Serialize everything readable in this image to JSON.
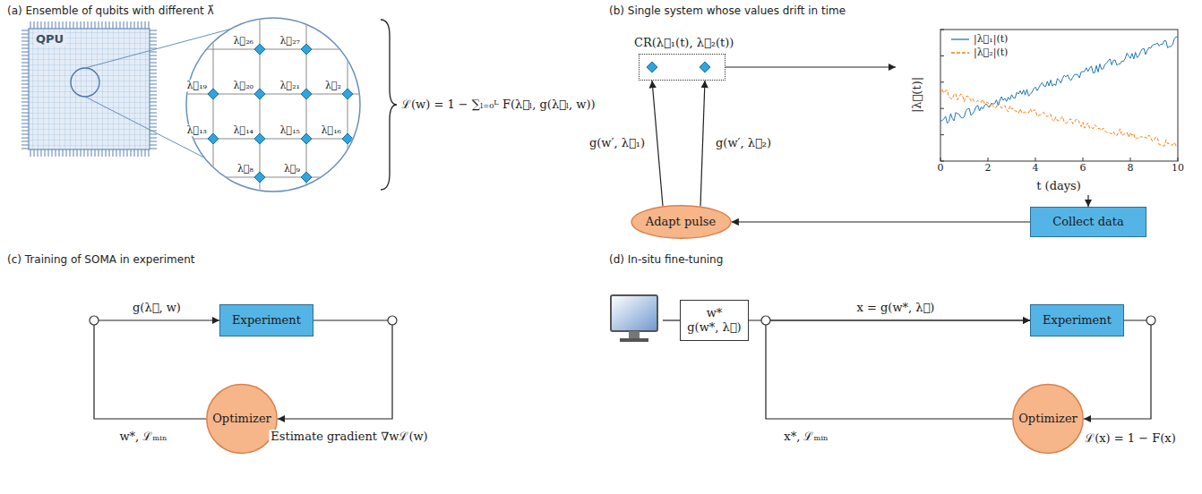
{
  "diagram": {
    "nodes": [
      {
        "text": [
          "CR(λ⃗₁(t), λ⃗₂(t))"
        ]
      },
      {
        "text": [
          "|λ⃗(t)|",
          "t (days)"
        ]
      },
      {
        "text": [
          "Collect data"
        ]
      },
      {
        "text": [
          "Adapt pulse"
        ]
      },
      {
        "text": [
          "Experiment"
        ]
      },
      {
        "text": [
          "Optimizer"
        ]
      },
      {
        "text": [
          "w*",
          "g(w*, λ⃗)"
        ]
      },
      {
        "text": [
          "Experiment"
        ]
      },
      {
        "text": [
          "Optimizer"
        ]
      }
    ],
    "edges": [
      {
        "from": 0,
        "to": 1,
        "arrow": "to"
      },
      {
        "from": 1,
        "to": 2,
        "arrow": "to"
      },
      {
        "from": 2,
        "to": 3,
        "arrow": "to"
      },
      {
        "from": 3,
        "to": 0,
        "label": "g(w′, λ⃗₁)",
        "arrow": "to"
      },
      {
        "from": 3,
        "to": 0,
        "label": "g(w′, λ⃗₂)",
        "arrow": "to"
      },
      {
        "from": 4,
        "to": 5,
        "label": "Estimate gradient ∇wℒ(w)",
        "arrow": "to"
      },
      {
        "from": 5,
        "to": 4,
        "label": "g(λ⃗, w)",
        "arrow": "to"
      },
      {
        "from": 6,
        "to": 7,
        "label": "x = g(w*, λ⃗)",
        "arrow": "to"
      },
      {
        "from": 7,
        "to": 8,
        "label": "ℒ(x) = 1 − F(x)",
        "arrow": "to"
      },
      {
        "from": 8,
        "to": 7,
        "arrow": "to"
      }
    ],
    "labels": [
      "(a) Ensemble of qubits with different λ⃗",
      "QPU",
      "λ⃗₂₆",
      "λ⃗₂₇",
      "λ⃗₁₉",
      "λ⃗₂₀",
      "λ⃗₂₁",
      "λ⃗₂",
      "λ⃗₁₃",
      "λ⃗₁₄",
      "λ⃗₁₅",
      "λ⃗₁₆",
      "λ⃗₈",
      "λ⃗₉",
      "ℒ(w) = 1 − ∑ₗ₌₀ᴸ F(λ⃗ₗ, g(λ⃗ₗ, w))",
      "(b) Single system whose values drift in time",
      "0",
      "2",
      "4",
      "6",
      "8",
      "10",
      "(c) Training of SOMA in experiment",
      "w*, ℒₘᵢₙ",
      "(d) In-situ fine-tuning",
      "x*, ℒₘᵢₙ"
    ],
    "legend": [
      {
        "text": "|λ⃗₁|(t)"
      },
      {
        "text": "|λ⃗₂|(t)"
      }
    ]
  }
}
